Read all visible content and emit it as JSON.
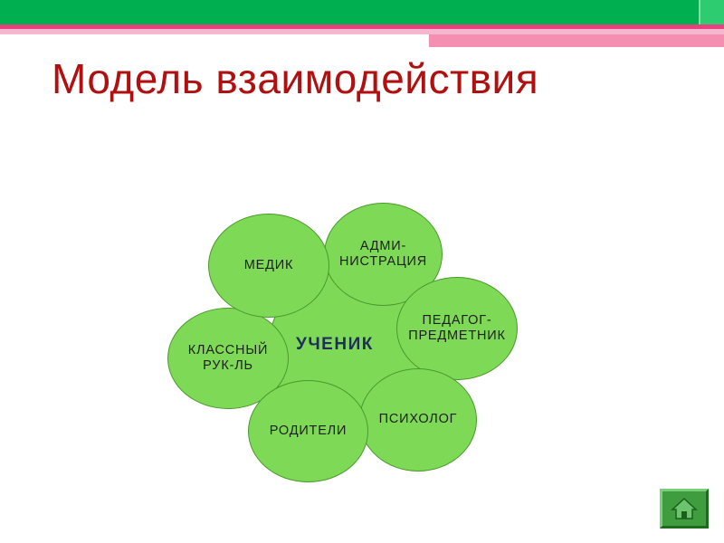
{
  "title": "Модель взаимодействия",
  "diagram": {
    "center": "УЧЕНИК",
    "petals": {
      "medic": "МЕДИК",
      "administration": "АДМИ-\nНИСТРАЦИЯ",
      "subject_teacher": "ПЕДАГОГ-\nПРЕДМЕТНИК",
      "psychologist": "ПСИХОЛОГ",
      "parents": "РОДИТЕЛИ",
      "class_teacher": "КЛАССНЫЙ\nРУК-ЛЬ"
    }
  },
  "colors": {
    "title": "#b01010",
    "petal_fill": "#7ed957",
    "petal_border": "#4a9a2c",
    "center_text": "#1f2f5a",
    "band_green": "#00b050",
    "band_pink": "#e8417f"
  },
  "nav": {
    "home_icon": "home-icon"
  }
}
